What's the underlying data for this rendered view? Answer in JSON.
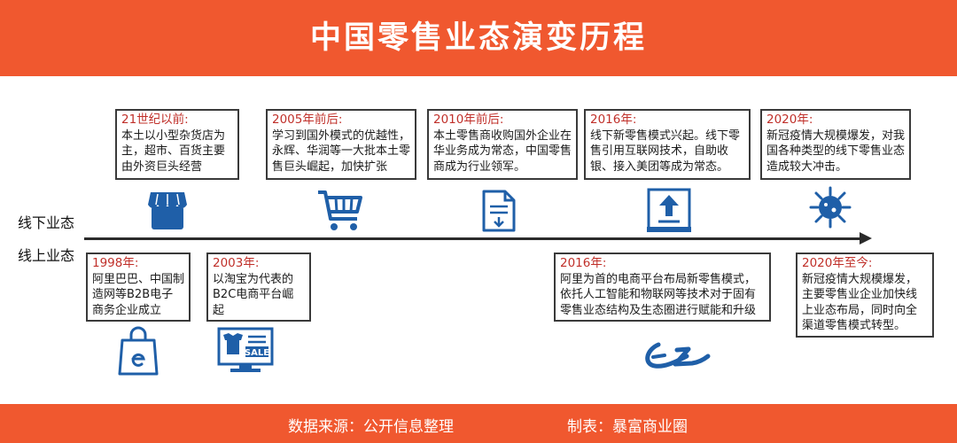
{
  "header": {
    "title": "中国零售业态演变历程"
  },
  "lanes": {
    "offline": "线下业态",
    "online": "线上业态"
  },
  "events_offline": [
    {
      "time": "21世纪以前:",
      "desc": "本土以小型杂货店为主，超市、百货主要由外资巨头经营",
      "icon": "store-icon"
    },
    {
      "time": "2005年前后:",
      "desc": "学习到国外模式的优越性，永辉、华润等一大批本土零售巨头崛起，加快扩张",
      "icon": "cart-icon"
    },
    {
      "time": "2010年前后:",
      "desc": "本土零售商收购国外企业在华业务成为常态，中国零售商成为行业领军。",
      "icon": "document-icon"
    },
    {
      "time": "2016年:",
      "desc": "线下新零售模式兴起。线下零售引用互联网技术，自助收银、接入美团等成为常态。",
      "icon": "upload-icon"
    },
    {
      "time": "2020年:",
      "desc": "新冠疫情大规模爆发，对我国各种类型的线下零售业态造成较大冲击。",
      "icon": "virus-icon"
    }
  ],
  "events_online": [
    {
      "time": "1998年:",
      "desc": "阿里巴巴、中国制造网等B2B电子商务企业成立",
      "icon": "ecommerce-bag-icon"
    },
    {
      "time": "2003年:",
      "desc": "以淘宝为代表的B2C电商平台崛起",
      "icon": "sale-icon"
    },
    {
      "time": "2016年:",
      "desc": "阿里为首的电商平台布局新零售模式，依托人工智能和物联网等技术对于固有零售业态结构及生态圈进行赋能和升级",
      "icon": "alibaba-logo-icon"
    },
    {
      "time": "2020年至今:",
      "desc": "新冠疫情大规模爆发，主要零售业企业加快线上业态布局，同时向全渠道零售模式转型。",
      "icon": ""
    }
  ],
  "footer": {
    "source": "数据来源：公开信息整理",
    "maker": "制表：暴富商业圈"
  },
  "colors": {
    "accent": "#f0582f",
    "icon_blue": "#1f5fa8",
    "time_red": "#c0302a"
  }
}
